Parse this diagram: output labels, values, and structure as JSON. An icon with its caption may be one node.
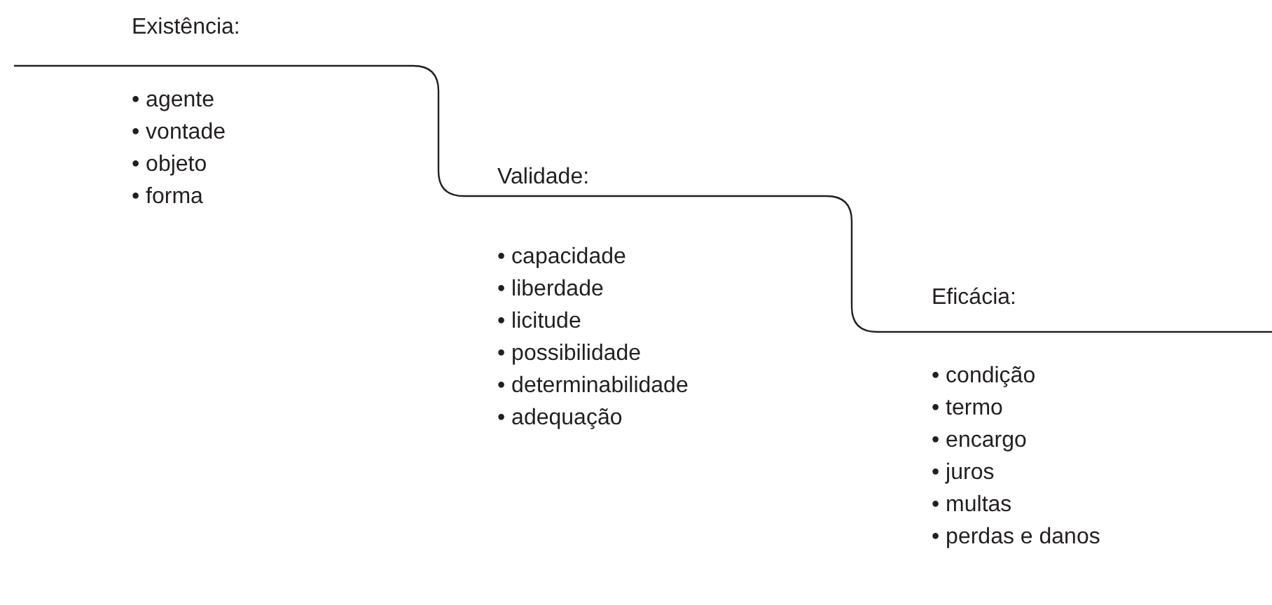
{
  "diagram": {
    "nodes": [
      {
        "text": [
          "Existência:",
          "• agente",
          "• vontade",
          "• objeto",
          "• forma"
        ]
      },
      {
        "text": [
          "Validade:",
          "• capacidade",
          "• liberdade",
          "• licitude",
          "• possibilidade",
          "• determinabilidade",
          "• adequação"
        ]
      },
      {
        "text": [
          "Eficácia:",
          "• condição",
          "• termo",
          "• encargo",
          "• juros",
          "• multas",
          "• perdas e danos"
        ]
      }
    ]
  }
}
